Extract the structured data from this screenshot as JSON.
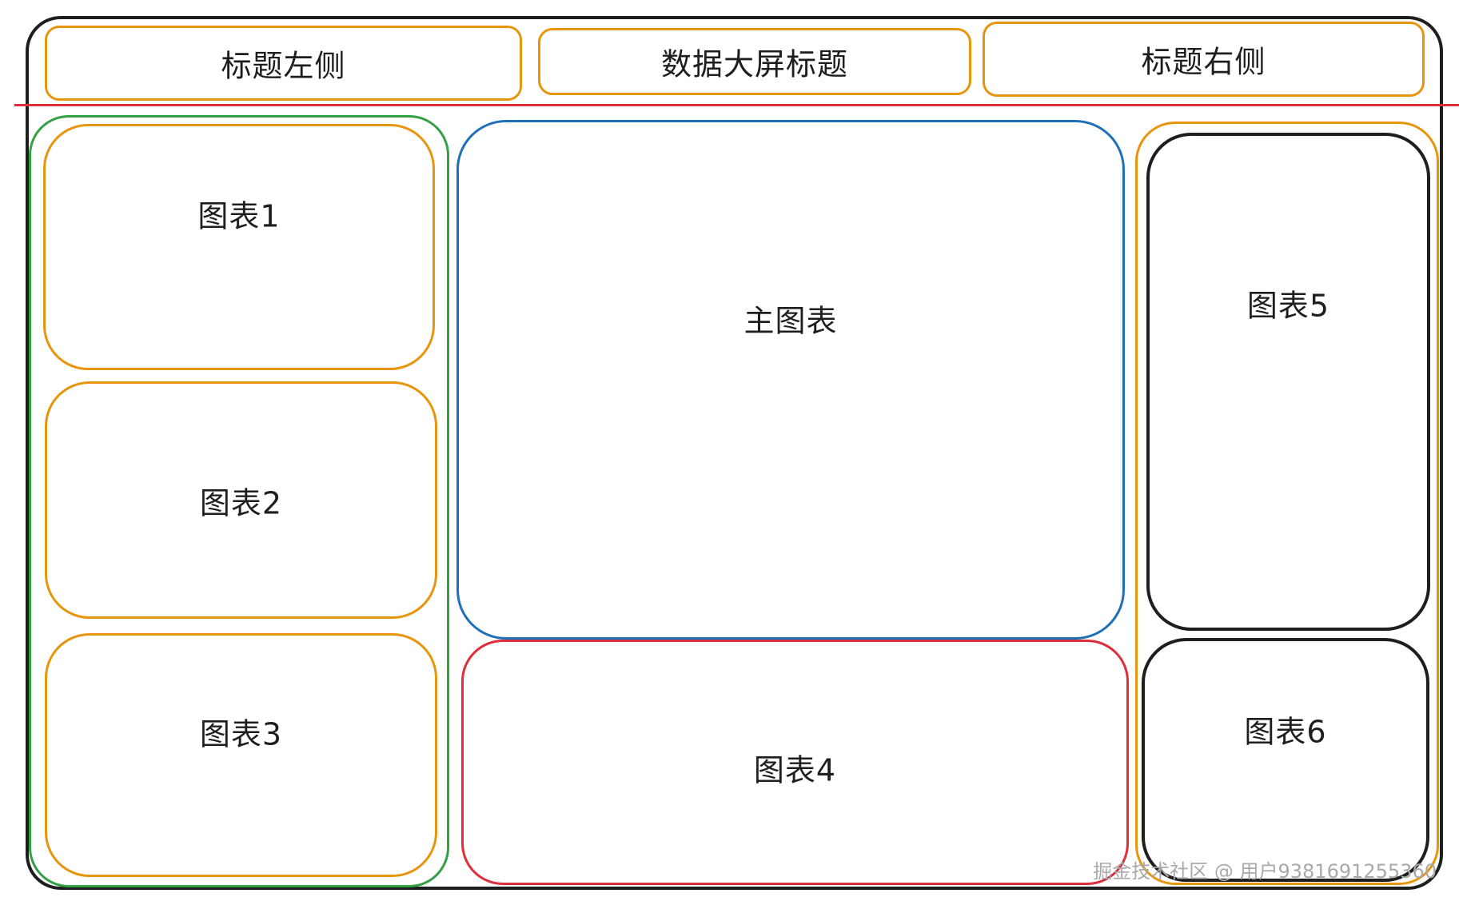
{
  "header": {
    "left_title": "标题左侧",
    "center_title": "数据大屏标题",
    "right_title": "标题右侧"
  },
  "left_column": {
    "chart1": "图表1",
    "chart2": "图表2",
    "chart3": "图表3"
  },
  "center_column": {
    "main_chart": "主图表",
    "chart4": "图表4"
  },
  "right_column": {
    "chart5": "图表5",
    "chart6": "图表6"
  },
  "watermark": "掘金技术社区 @ 用户9381691255360",
  "colors": {
    "frame": "#1e1e1e",
    "header_boxes": "#e8950e",
    "left_group": "#34a046",
    "main_chart": "#1f6fb9",
    "chart4_and_divider": "#dc2f3b",
    "right_group": "#e8950e",
    "right_charts": "#1e1e1e"
  }
}
